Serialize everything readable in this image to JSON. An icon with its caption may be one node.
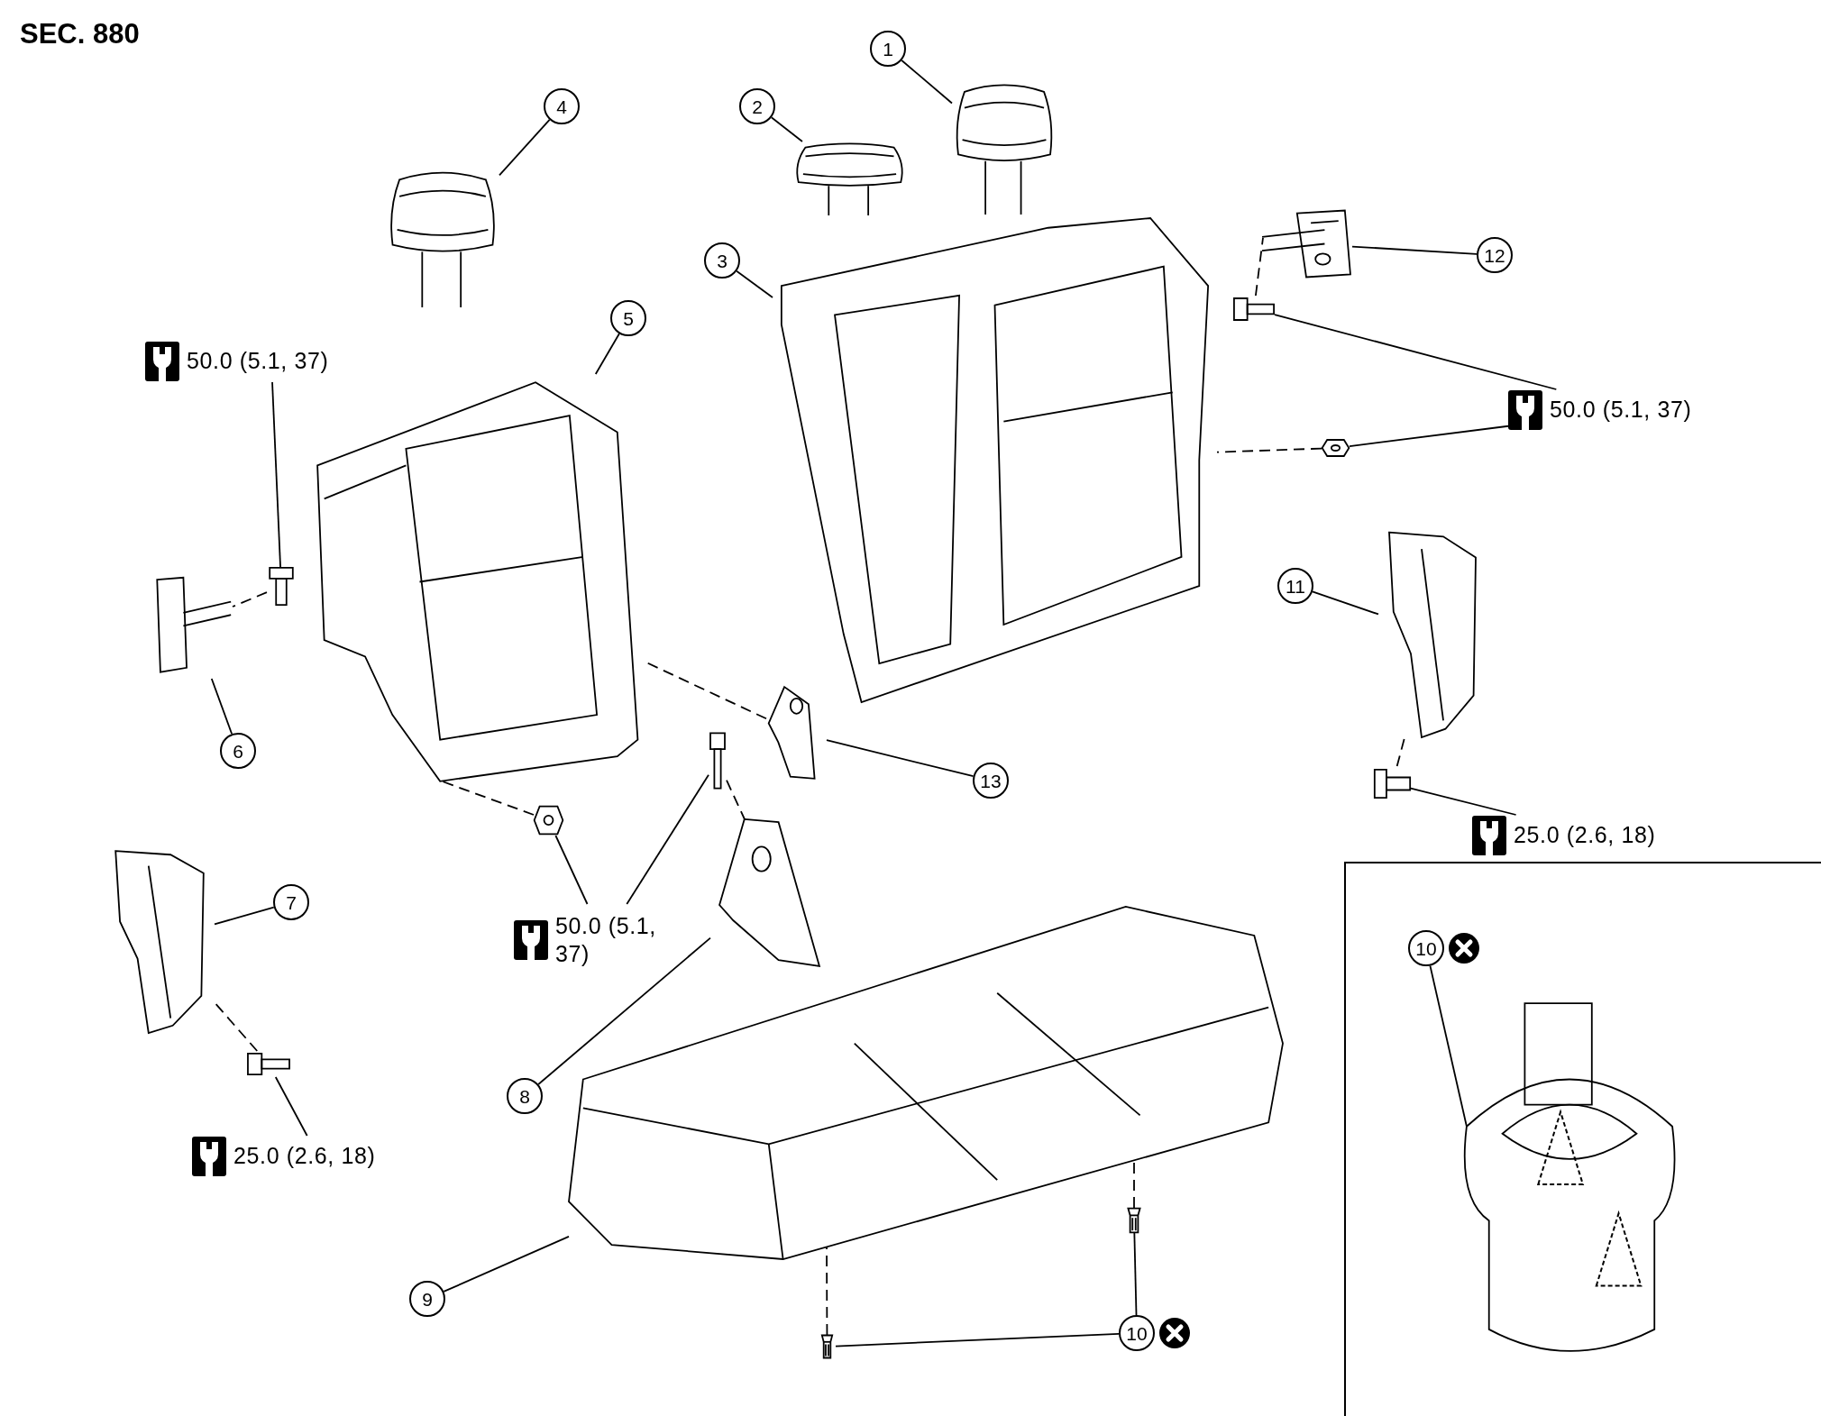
{
  "diagram": {
    "title": "SEC. 880",
    "nodes": [
      {
        "text": [
          "1"
        ]
      },
      {
        "text": [
          "2"
        ]
      },
      {
        "text": [
          "3"
        ]
      },
      {
        "text": [
          "4"
        ]
      },
      {
        "text": [
          "5"
        ]
      },
      {
        "text": [
          "6"
        ]
      },
      {
        "text": [
          "7"
        ]
      },
      {
        "text": [
          "8"
        ]
      },
      {
        "text": [
          "9"
        ]
      },
      {
        "text": [
          "10"
        ]
      },
      {
        "text": [
          "11"
        ]
      },
      {
        "text": [
          "12"
        ]
      },
      {
        "text": [
          "13"
        ]
      },
      {
        "text": [
          "10"
        ]
      },
      {
        "text": [
          "50.0 (5.1, 37)"
        ]
      },
      {
        "text": [
          "50.0 (5.1, 37)"
        ]
      },
      {
        "text": [
          "25.0 (2.6, 18)"
        ]
      },
      {
        "text": [
          "50.0 (5.1, 37)"
        ]
      },
      {
        "text": [
          "25.0 (2.6, 18)"
        ]
      },
      {
        "text": [],
        "shape": "picture"
      },
      {
        "text": [],
        "shape": "picture"
      },
      {
        "text": [],
        "shape": "picture"
      },
      {
        "text": [],
        "shape": "picture"
      },
      {
        "text": [],
        "shape": "picture"
      },
      {
        "text": [],
        "shape": "picture"
      },
      {
        "text": [],
        "shape": "picture"
      },
      {
        "text": [],
        "shape": "picture"
      },
      {
        "text": [],
        "shape": "picture"
      },
      {
        "text": [],
        "shape": "picture"
      },
      {
        "text": [],
        "shape": "picture"
      },
      {
        "text": [],
        "shape": "picture"
      },
      {
        "text": [],
        "shape": "picture"
      },
      {
        "text": [],
        "shape": "picture"
      },
      {
        "text": [],
        "shape": "picture"
      },
      {
        "text": [],
        "shape": "picture"
      },
      {
        "text": [],
        "shape": "picture"
      },
      {
        "text": [],
        "shape": "picture"
      },
      {
        "text": [],
        "shape": "picture"
      },
      {
        "text": [],
        "shape": "picture"
      },
      {
        "text": [],
        "shape": "picture"
      },
      {
        "text": [],
        "shape": "picture"
      }
    ],
    "edges": [
      {
        "from": 0,
        "to": 19,
        "arrow": "none"
      },
      {
        "from": 1,
        "to": 20,
        "arrow": "none"
      },
      {
        "from": 2,
        "to": 21,
        "arrow": "none"
      },
      {
        "from": 3,
        "to": 22,
        "arrow": "none"
      },
      {
        "from": 4,
        "to": 23,
        "arrow": "none"
      },
      {
        "from": 5,
        "to": 24,
        "arrow": "none"
      },
      {
        "from": 6,
        "to": 25,
        "arrow": "none"
      },
      {
        "from": 7,
        "to": 26,
        "arrow": "none"
      },
      {
        "from": 8,
        "to": 27,
        "arrow": "none"
      },
      {
        "from": 9,
        "to": 28,
        "arrow": "none"
      },
      {
        "from": 9,
        "to": 29,
        "arrow": "none"
      },
      {
        "from": 10,
        "to": 30,
        "arrow": "none"
      },
      {
        "from": 11,
        "to": 31,
        "arrow": "none"
      },
      {
        "from": 12,
        "to": 32,
        "arrow": "none"
      },
      {
        "from": 13,
        "to": 33,
        "arrow": "none"
      },
      {
        "from": 14,
        "to": 34,
        "arrow": "none"
      },
      {
        "from": 15,
        "to": 35,
        "arrow": "none"
      },
      {
        "from": 15,
        "to": 36,
        "arrow": "none"
      },
      {
        "from": 17,
        "to": 37,
        "arrow": "none"
      },
      {
        "from": 17,
        "to": 38,
        "arrow": "none"
      },
      {
        "from": 16,
        "to": 39,
        "arrow": "none"
      },
      {
        "from": 18,
        "to": 40,
        "arrow": "none"
      },
      {
        "from": 34,
        "to": 24,
        "arrow": "none",
        "style": "dashed"
      },
      {
        "from": 35,
        "to": 31,
        "arrow": "none",
        "style": "dashed"
      },
      {
        "from": 36,
        "to": 21,
        "arrow": "none",
        "style": "dashed"
      },
      {
        "from": 37,
        "to": 23,
        "arrow": "none",
        "style": "dashed"
      },
      {
        "from": 32,
        "to": 23,
        "arrow": "none",
        "style": "dashed"
      },
      {
        "from": 38,
        "to": 26,
        "arrow": "none",
        "style": "dashed"
      },
      {
        "from": 39,
        "to": 30,
        "arrow": "none",
        "style": "dashed"
      },
      {
        "from": 40,
        "to": 25,
        "arrow": "none",
        "style": "dashed"
      },
      {
        "from": 28,
        "to": 27,
        "arrow": "none",
        "style": "dashed"
      },
      {
        "from": 29,
        "to": 27,
        "arrow": "none",
        "style": "dashed"
      }
    ]
  }
}
